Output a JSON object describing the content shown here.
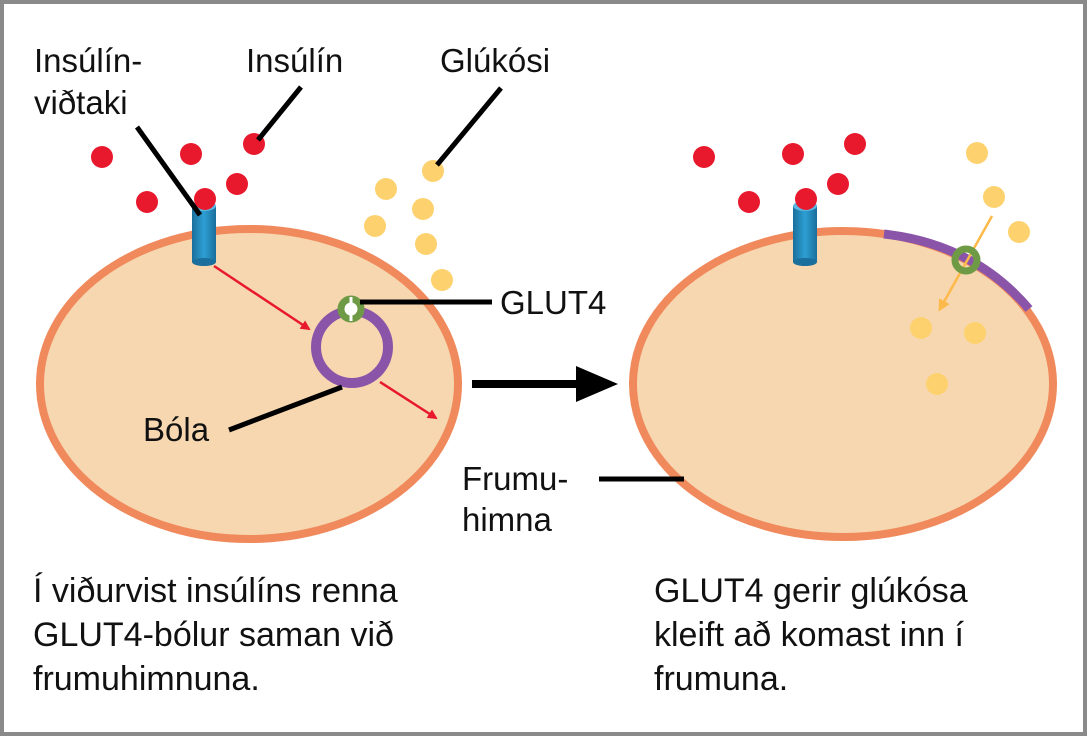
{
  "labels": {
    "receptor_line1": "Insúlín-",
    "receptor_line2": "viðtaki",
    "insulin": "Insúlín",
    "glucose": "Glúkósi",
    "glut4": "GLUT4",
    "vesicle": "Bóla",
    "membrane_line1": "Frumu-",
    "membrane_line2": "himna"
  },
  "captions": {
    "left": [
      "Í viðurvist insúlíns renna",
      "GLUT4-bólur saman við",
      "frumuhimnuna."
    ],
    "right": [
      "GLUT4 gerir glúkósa",
      "kleift að komast inn í",
      "frumuna."
    ]
  },
  "colors": {
    "cell_fill": "#f7d7b0",
    "membrane": "#f08a5d",
    "insulin": "#e8192c",
    "glucose": "#fdd26e",
    "receptor": "#1f8fc4",
    "vesicle": "#8a55a8",
    "glut4": "#6e9a45",
    "signal_arrow": "#e8192c",
    "transition_arrow": "#000000",
    "leader": "#000000"
  },
  "icons": {
    "insulin": "red-dot",
    "glucose": "yellow-dot",
    "receptor": "blue-cylinder",
    "glut4": "green-ring",
    "vesicle": "purple-ring"
  }
}
